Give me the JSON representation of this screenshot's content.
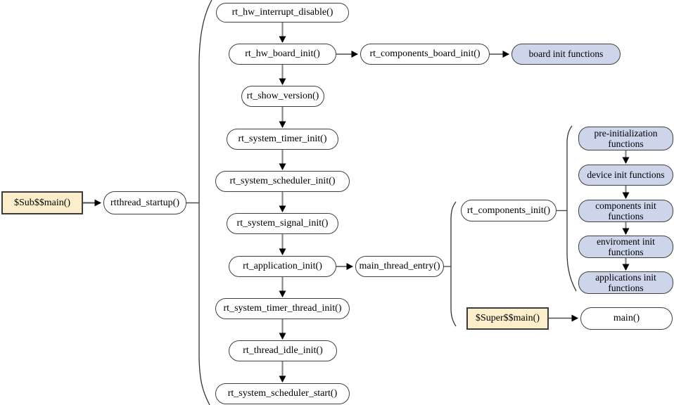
{
  "colors": {
    "node_fill": "#ffffff",
    "node_border": "#404040",
    "stage_fill": "#ccd5ea",
    "entry_fill": "#fceecb",
    "connector_gray": "#7f7f7f",
    "arrowhead_black": "#000000"
  },
  "entry": {
    "sub_main": "$Sub$$main()",
    "startup": "rtthread_startup()"
  },
  "startup_sequence": [
    "rt_hw_interrupt_disable()",
    "rt_hw_board_init()",
    "rt_show_version()",
    "rt_system_timer_init()",
    "rt_system_scheduler_init()",
    "rt_system_signal_init()",
    "rt_application_init()",
    "rt_system_timer_thread_init()",
    "rt_thread_idle_init()",
    "rt_system_scheduler_start()"
  ],
  "board_branch": {
    "components_board_init": "rt_components_board_init()",
    "board_init_functions": "board init functions"
  },
  "main_branch": {
    "thread_entry": "main_thread_entry()",
    "components_init": "rt_components_init()",
    "super_main": "$Super$$main()",
    "main": "main()"
  },
  "component_init_stages": [
    "pre-initialization functions",
    "device init functions",
    "components init functions",
    "enviroment init functions",
    "applications init functions"
  ]
}
